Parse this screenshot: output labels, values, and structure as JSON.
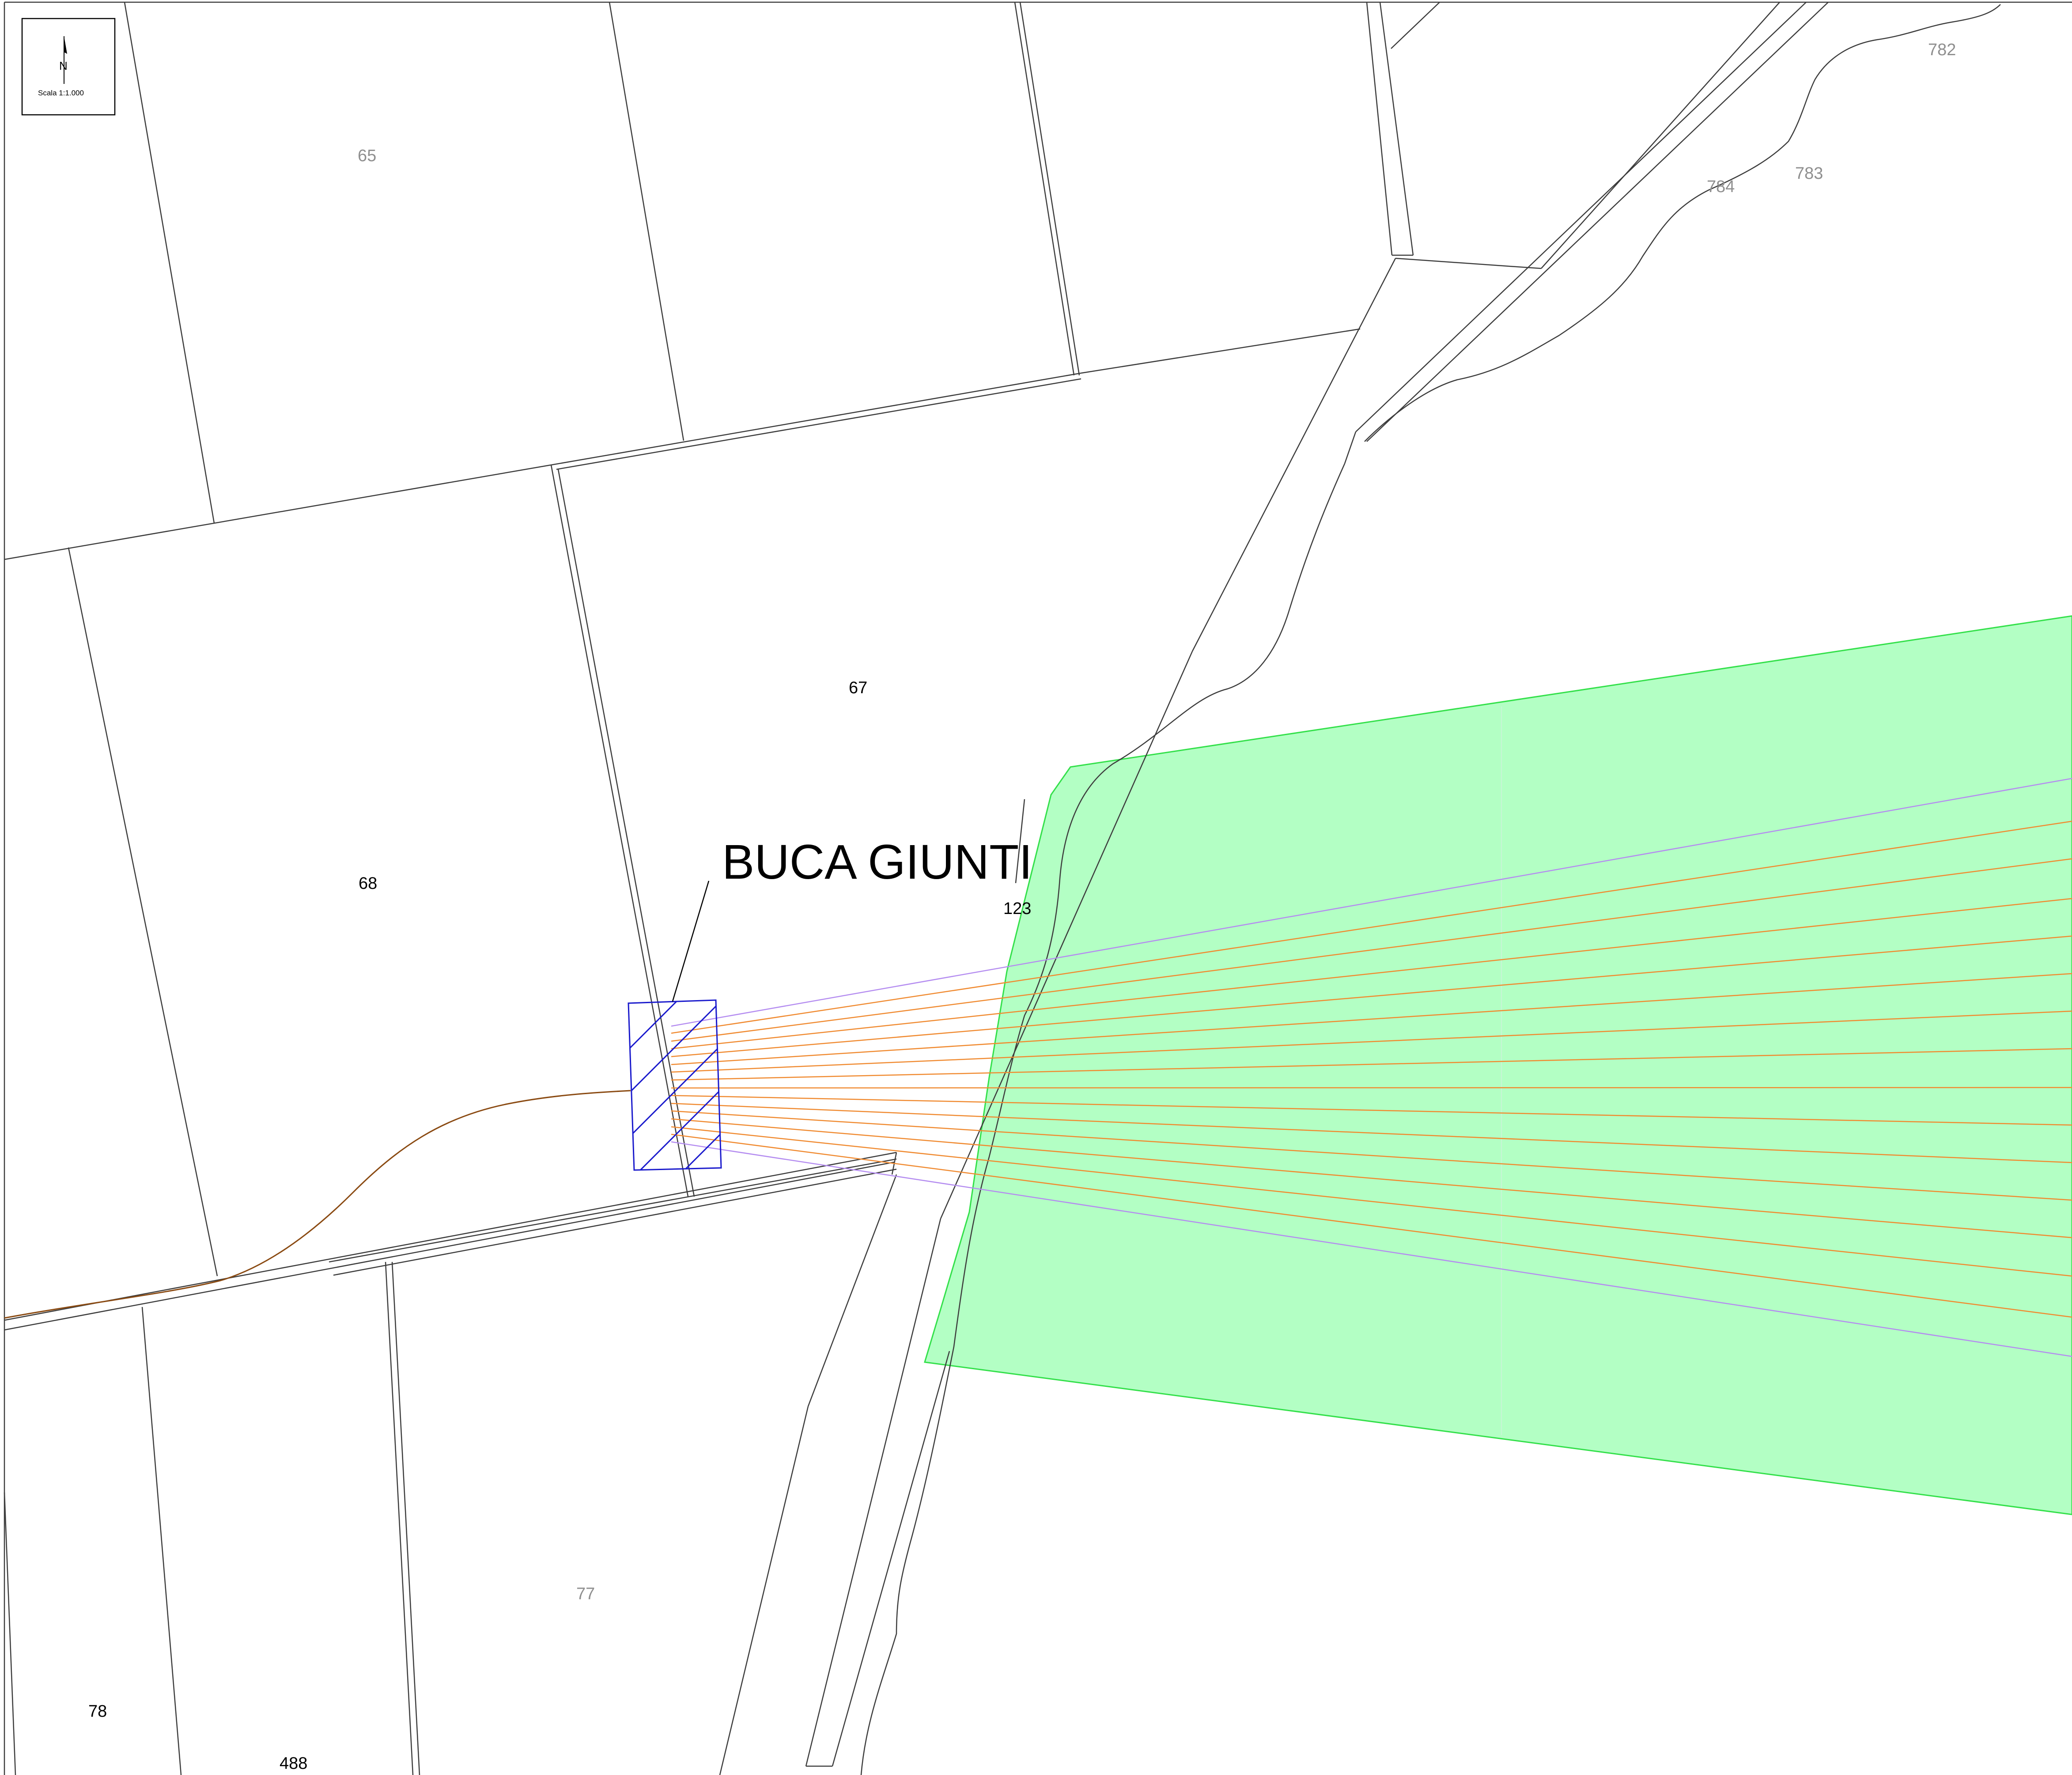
{
  "map": {
    "callout": {
      "label": "BUCA GIUNTI"
    },
    "north_arrow": {
      "letter": "N",
      "scale_text": "Scala 1:1.000"
    },
    "parcels": [
      {
        "id": "p65",
        "label": "65",
        "style": "grey"
      },
      {
        "id": "p67",
        "label": "67",
        "style": "black"
      },
      {
        "id": "p68",
        "label": "68",
        "style": "black"
      },
      {
        "id": "p123",
        "label": "123",
        "style": "black"
      },
      {
        "id": "p77",
        "label": "77",
        "style": "grey"
      },
      {
        "id": "p78",
        "label": "78",
        "style": "black"
      },
      {
        "id": "p488",
        "label": "488",
        "style": "black"
      },
      {
        "id": "p782",
        "label": "782",
        "style": "grey"
      },
      {
        "id": "p783",
        "label": "783",
        "style": "grey"
      },
      {
        "id": "p784",
        "label": "784",
        "style": "grey"
      }
    ],
    "colors": {
      "boundary": "#3c3c3c",
      "corridor_fill": "#b3ffc4",
      "corridor_edge": "#33e04a",
      "cable": "#f08a30",
      "cable_outer": "#b48cf0",
      "pit_outline": "#1a1acc",
      "feeder_cable": "#8a4a12"
    }
  }
}
